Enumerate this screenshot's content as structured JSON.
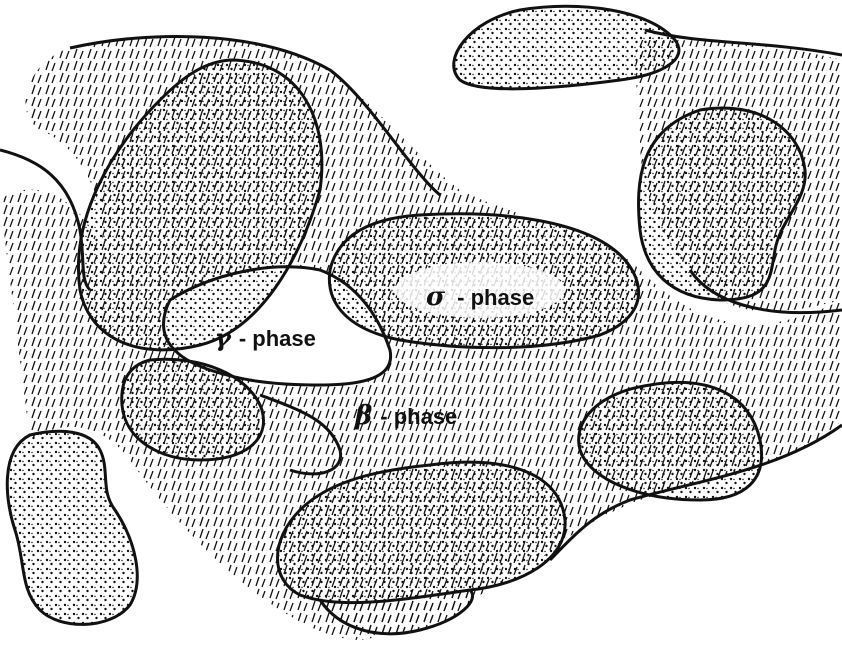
{
  "labels": {
    "gamma_symbol": "γ",
    "gamma_text": "- phase",
    "sigma_symbol": "σ",
    "sigma_text": "- phase",
    "beta_symbol": "β",
    "beta_text": "- phase"
  },
  "colors": {
    "ink": "#111111",
    "background": "#ffffff"
  }
}
